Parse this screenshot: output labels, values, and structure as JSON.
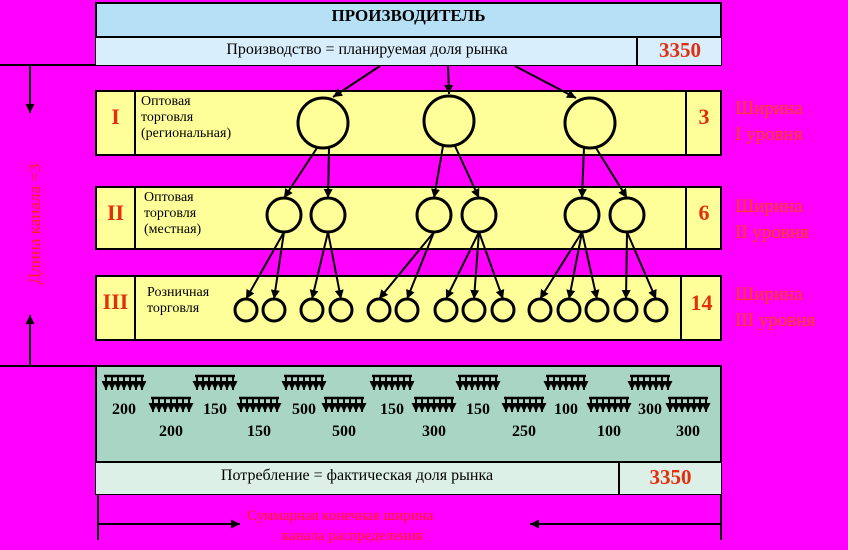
{
  "producer": {
    "title": "ПРОИЗВОДИТЕЛЬ",
    "production_text": "Производство = планируемая доля рынка",
    "production_value": "3350"
  },
  "levels": [
    {
      "roman": "I",
      "label_lines": [
        "Оптовая",
        "торговля",
        "(региональная)"
      ],
      "count": "3",
      "width_lines": [
        "Ширина",
        "I уровня"
      ],
      "nodes": 3
    },
    {
      "roman": "II",
      "label_lines": [
        "Оптовая",
        "торговля",
        "(местная)"
      ],
      "count": "6",
      "width_lines": [
        "Ширина",
        "II уровня"
      ],
      "nodes": 6
    },
    {
      "roman": "III",
      "label_lines": [
        "Розничная",
        "торговля"
      ],
      "count": "14",
      "width_lines": [
        "Ширина",
        "III уровня"
      ],
      "nodes": 14
    }
  ],
  "channel_length_label": "Длина канала =3",
  "consumers": {
    "groups": [
      "200",
      "200",
      "150",
      "150",
      "500",
      "500",
      "150",
      "300",
      "150",
      "250",
      "100",
      "100",
      "300",
      "300"
    ],
    "consumption_text": "Потребление = фактическая доля рынка",
    "consumption_value": "3350"
  },
  "total_width_lines": [
    "Суммарная конечная ширина",
    "канала распределения"
  ],
  "colors": {
    "background": "#ff00ff",
    "header_fill": "#b6e0f6",
    "header_subfill": "#d9eefc",
    "level_fill": "#ffff99",
    "consumer_fill": "#a9d6c4",
    "consumer_subfill": "#ddf0e7",
    "accent_red": "#e03010",
    "width_text": "#ff4010",
    "length_text": "#ff1e1e"
  }
}
